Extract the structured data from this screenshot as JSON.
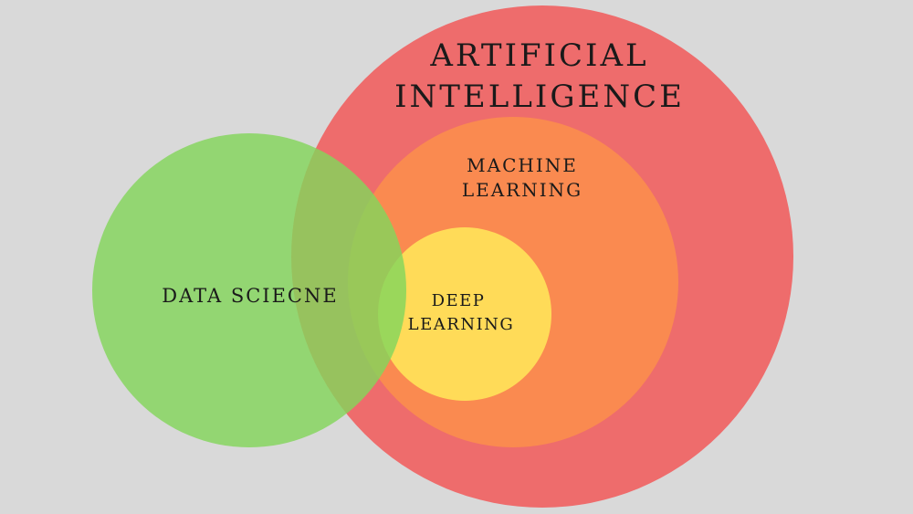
{
  "diagram": {
    "circles": {
      "artificial_intelligence": {
        "label_line1": "ARTIFICIAL",
        "label_line2": "INTELLIGENCE",
        "color": "#ee6c6c"
      },
      "machine_learning": {
        "label_line1": "MACHINE",
        "label_line2": "LEARNING",
        "color": "#fa8a50"
      },
      "deep_learning": {
        "label_line1": "DEEP",
        "label_line2": "LEARNING",
        "color": "#ffdb58"
      },
      "data_science": {
        "label": "DATA SCIECNE",
        "color": "#84d65c"
      }
    },
    "background_color": "#d9d9d9"
  }
}
